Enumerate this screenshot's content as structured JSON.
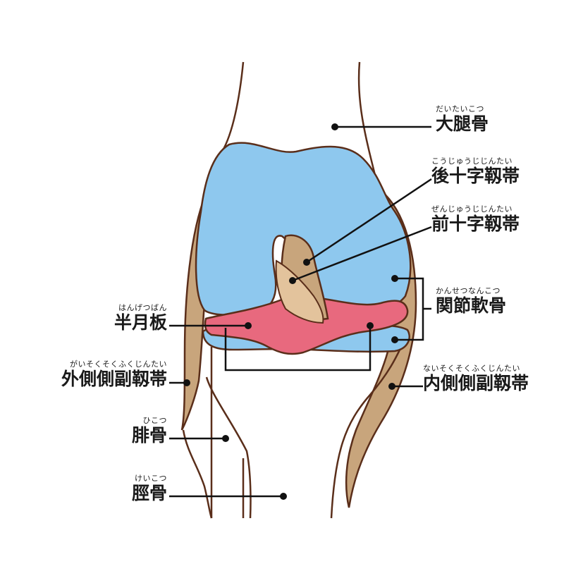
{
  "colors": {
    "bone_outline": "#5a2e1a",
    "cartilage": "#8ec8ee",
    "meniscus": "#e8697e",
    "ligament": "#c8a57c",
    "leader": "#111111"
  },
  "labels": {
    "femur": {
      "ruby": "だいたいこつ",
      "text": "大腿骨"
    },
    "pcl": {
      "ruby": "こうじゅうじじんたい",
      "text": "後十字靱帯"
    },
    "acl": {
      "ruby": "ぜんじゅうじじんたい",
      "text": "前十字靱帯"
    },
    "cartilage": {
      "ruby": "かんせつなんこつ",
      "text": "関節軟骨"
    },
    "meniscus": {
      "ruby": "はんげつばん",
      "text": "半月板"
    },
    "lcl": {
      "ruby": "がいそくそくふくじんたい",
      "text": "外側側副靱帯"
    },
    "mcl": {
      "ruby": "ないそくそくふくじんたい",
      "text": "内側側副靱帯"
    },
    "fibula": {
      "ruby": "ひこつ",
      "text": "腓骨"
    },
    "tibia": {
      "ruby": "けいこつ",
      "text": "脛骨"
    }
  }
}
